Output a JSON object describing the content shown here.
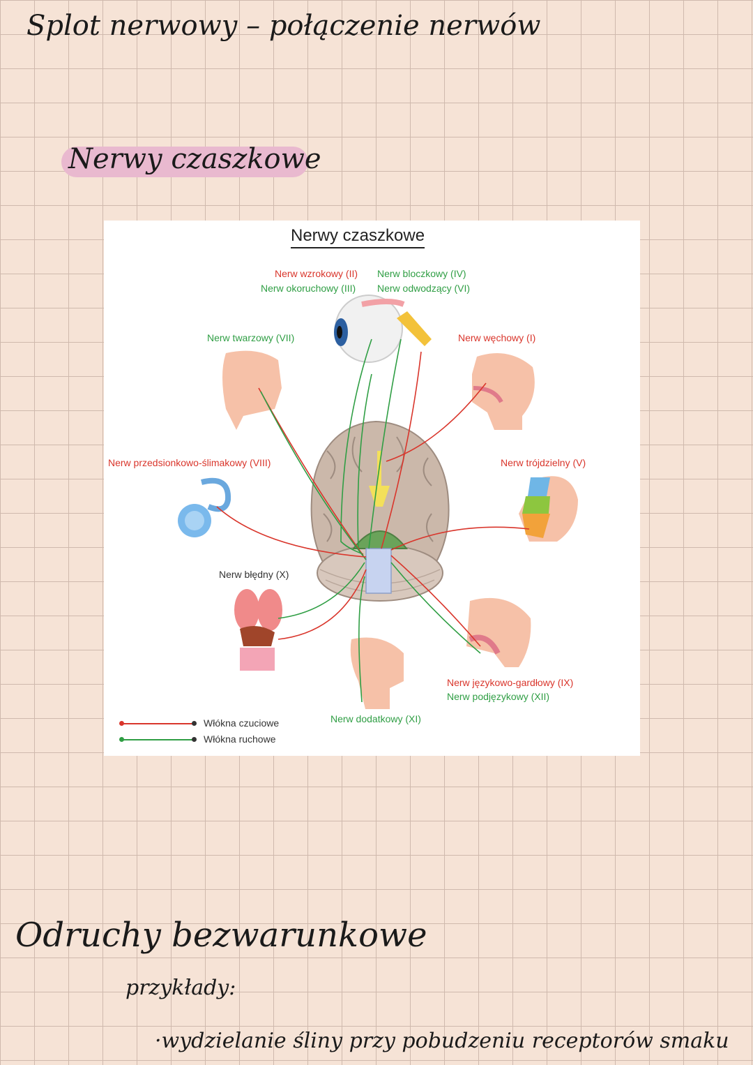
{
  "notes": {
    "main_title": "Splot nerwowy – połączenie nerwów",
    "section_title": "Nerwy czaszkowe",
    "reflex_title": "Odruchy bezwarunkowe",
    "examples_label": "przykłady:",
    "example_item": "·wydzielanie śliny przy pobudzeniu receptorów smaku"
  },
  "figure": {
    "title": "Nerwy czaszkowe",
    "labels": {
      "optic": "Nerw wzrokowy (II)",
      "oculomotor": "Nerw okoruchowy (III)",
      "trochlear": "Nerw bloczkowy (IV)",
      "abducens": "Nerw odwodzący (VI)",
      "facial": "Nerw twarzowy (VII)",
      "olfactory": "Nerw węchowy (I)",
      "vestibulocochlear": "Nerw przedsionkowo-ślimakowy (VIII)",
      "trigeminal": "Nerw trójdzielny (V)",
      "vagus": "Nerw błędny (X)",
      "glossopharyngeal": "Nerw językowo-gardłowy (IX)",
      "hypoglossal": "Nerw podjęzykowy (XII)",
      "accessory": "Nerw dodatkowy (XI)"
    },
    "legend": {
      "sensory": "Włókna czuciowe",
      "motor": "Włókna ruchowe"
    },
    "colors": {
      "sensory": "#d9352b",
      "motor": "#2f9e44",
      "skin": "#f6c1a8",
      "brain": "#cbb8aa"
    }
  }
}
